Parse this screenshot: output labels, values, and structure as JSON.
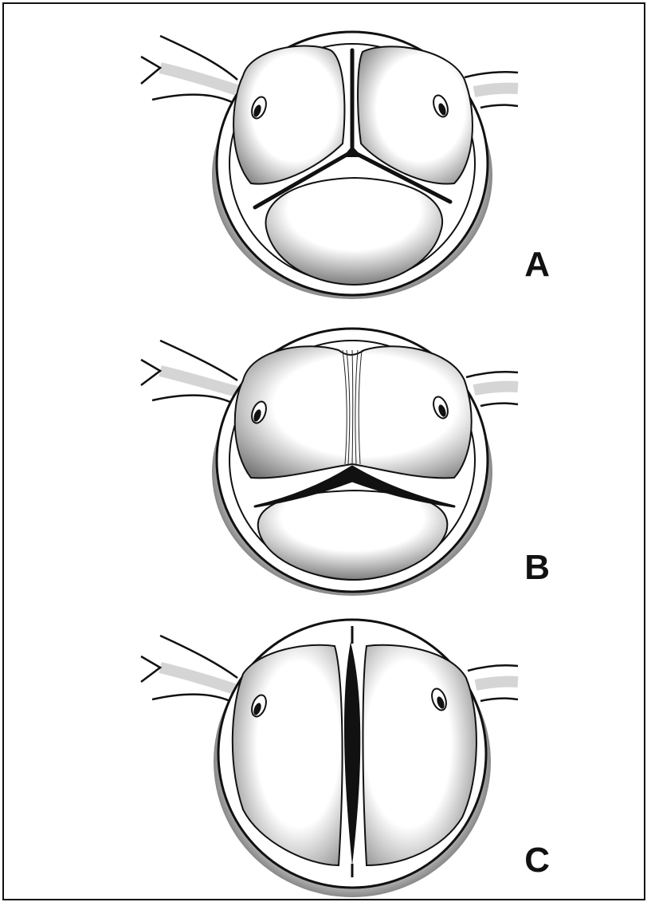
{
  "panels": [
    {
      "label": "A",
      "variant": "tricuspid"
    },
    {
      "label": "B",
      "variant": "fused-commissure"
    },
    {
      "label": "C",
      "variant": "bicuspid"
    }
  ],
  "colors": {
    "ink": "#111111",
    "stipple": "#333333",
    "paper": "#ffffff"
  }
}
